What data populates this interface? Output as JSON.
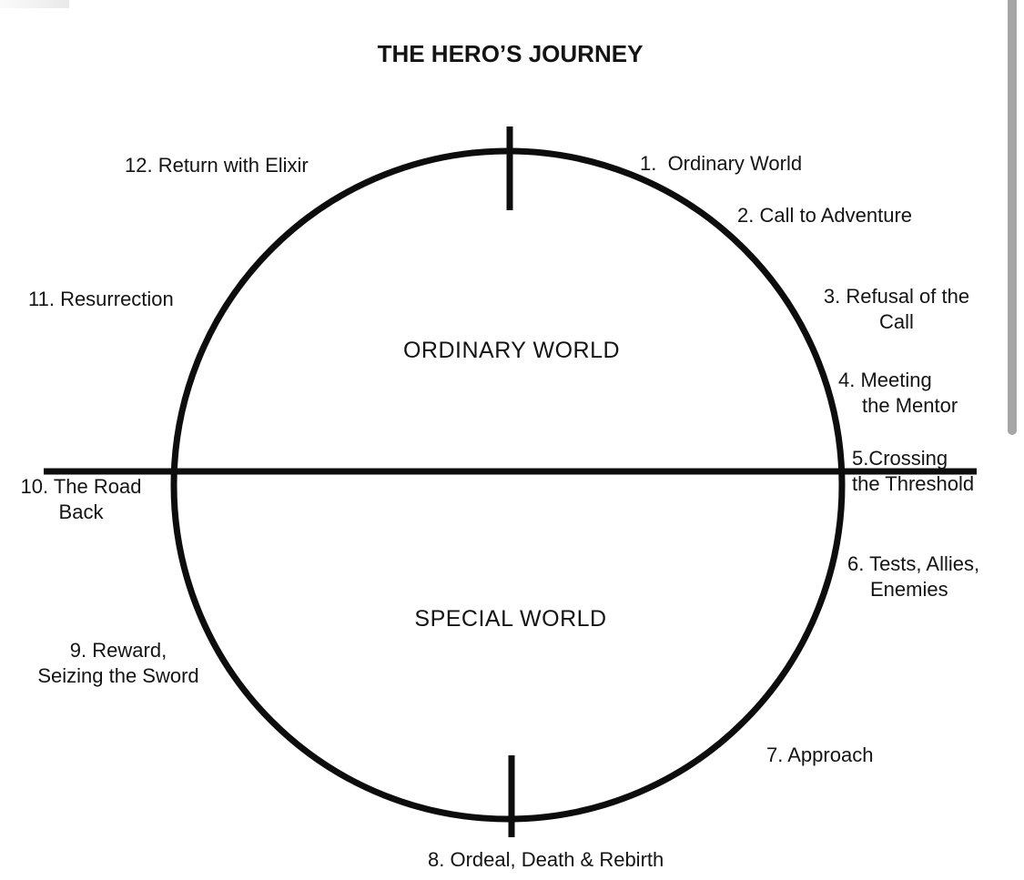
{
  "title": "THE HERO’S JOURNEY",
  "regions": {
    "top": "ORDINARY WORLD",
    "bottom": "SPECIAL WORLD"
  },
  "stages": [
    {
      "lines": [
        "1.  Ordinary World"
      ]
    },
    {
      "lines": [
        "2. Call to Adventure"
      ]
    },
    {
      "lines": [
        "3. Refusal of the",
        "Call"
      ]
    },
    {
      "lines": [
        "4. Meeting",
        "the Mentor"
      ]
    },
    {
      "lines": [
        "5.Crossing",
        "the Threshold"
      ]
    },
    {
      "lines": [
        "6. Tests, Allies,",
        "Enemies"
      ]
    },
    {
      "lines": [
        "7. Approach"
      ]
    },
    {
      "lines": [
        "8. Ordeal, Death & Rebirth"
      ]
    },
    {
      "lines": [
        "9. Reward,",
        "Seizing the Sword"
      ]
    },
    {
      "lines": [
        "10. The Road",
        "Back"
      ]
    },
    {
      "lines": [
        "11. Resurrection"
      ]
    },
    {
      "lines": [
        "12. Return with Elixir"
      ]
    }
  ],
  "colors": {
    "ink": "#0d0d0d",
    "scrollbar": "#a6a6a6"
  }
}
